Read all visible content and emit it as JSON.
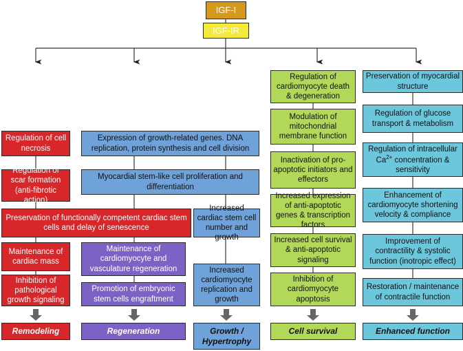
{
  "top": {
    "ligand": "IGF-I",
    "receptor": "IGF-IR"
  },
  "colors": {
    "remodeling": "#d8272a",
    "regeneration": "#7d62c6",
    "growth": "#6fa2d8",
    "survival": "#b2d85a",
    "function": "#6cc6dc",
    "ligand": "#d59a1c",
    "receptor": "#f3ea3b"
  },
  "remodeling": {
    "items": [
      "Regulation of cell necrosis",
      "Regulation of scar formation (anti-fibrotic action)",
      "Maintenance of cardiac mass",
      "Inhibition of pathological growth signaling"
    ],
    "outcome": "Remodeling"
  },
  "shared": {
    "expression": "Expression of growth-related genes. DNA replication, protein synthesis and cell division",
    "myocardial": "Myocardial stem-like cell proliferation and differentiation",
    "preservation": "Preservation of functionally competent cardiac stem cells and delay of senescence"
  },
  "regeneration": {
    "items": [
      "Maintenance of cardiomyocyte and vasculature regeneration",
      "Promotion of embryonic stem cells engraftment"
    ],
    "outcome": "Regeneration"
  },
  "growth": {
    "items": [
      "Increased cardiac stem cell number and growth",
      "Increased cardiomyocyte replication and growth"
    ],
    "outcome": "Growth / Hypertrophy"
  },
  "survival": {
    "items": [
      "Regulation of cardiomyocyte death & degeneration",
      "Modulation of mitochondrial membrane function",
      "Inactivation of pro-apoptotic initiators and effectors",
      "Increased expression of anti-apoptotic genes & transcription factors",
      "Increased cell survival & anti-apoptotic signaling",
      "Inhibition of cardiomyocyte apoptosis"
    ],
    "outcome": "Cell survival"
  },
  "function": {
    "items": [
      "Preservation of myocardial structure",
      "Regulation of glucose transport & metabolism",
      "Regulation of intracellular Ca",
      "Enhancement of cardiomyocyte shortening velocity & compliance",
      "Improvement of contractility & systolic function (inotropic effect)",
      "Restoration / maintenance of contractile function"
    ],
    "calcium_superscript": "2+",
    "calcium_rest": " concentration & sensitivity",
    "outcome": "Enhanced function"
  }
}
